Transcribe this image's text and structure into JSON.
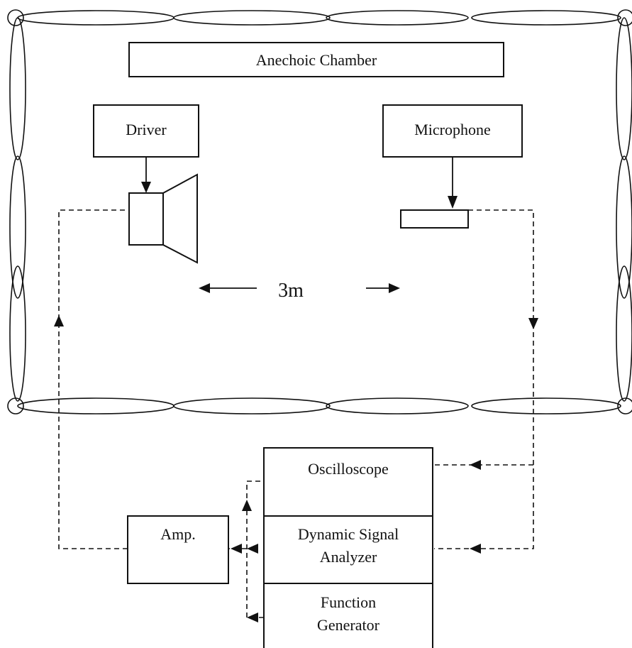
{
  "chamber": {
    "title": "Anechoic Chamber"
  },
  "components": {
    "driver": "Driver",
    "microphone": "Microphone",
    "amp": "Amp.",
    "oscilloscope": "Oscilloscope",
    "analyzer_line1": "Dynamic Signal",
    "analyzer_line2": "Analyzer",
    "function_line1": "Function",
    "function_line2": "Generator"
  },
  "distance": "3m",
  "colors": {
    "ink": "#111111",
    "background": "#ffffff"
  }
}
